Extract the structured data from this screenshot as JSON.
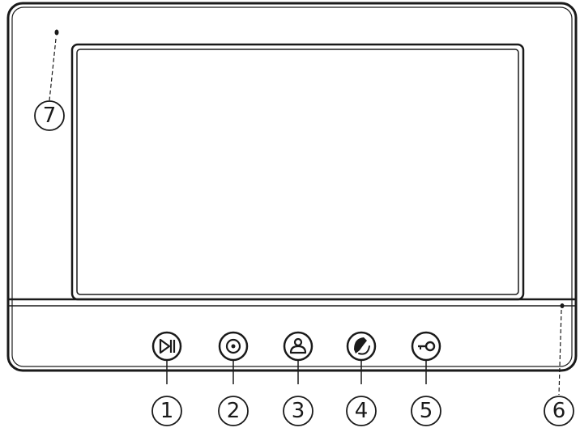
{
  "callouts": [
    {
      "id": "play-pause",
      "number": "1",
      "icon": "play-pause-icon"
    },
    {
      "id": "monitor",
      "number": "2",
      "icon": "target-circle-icon"
    },
    {
      "id": "intercom",
      "number": "3",
      "icon": "person-icon"
    },
    {
      "id": "talk",
      "number": "4",
      "icon": "phone-icon"
    },
    {
      "id": "unlock",
      "number": "5",
      "icon": "key-icon"
    },
    {
      "id": "sensor",
      "number": "6",
      "icon": "dot-icon"
    },
    {
      "id": "microphone",
      "number": "7",
      "icon": "dot-icon"
    }
  ],
  "colors": {
    "stroke": "#1a1a1a",
    "background": "#ffffff"
  }
}
